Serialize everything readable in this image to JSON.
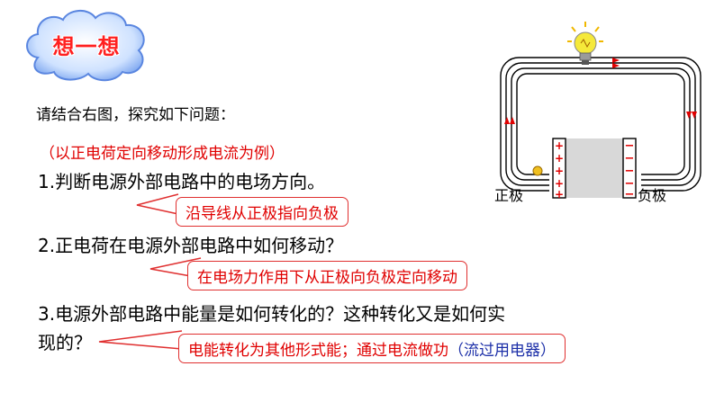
{
  "header": {
    "cloud_title": "想一想"
  },
  "intro": {
    "instruction": "请结合右图，探究如下问题：",
    "note": "（以正电荷定向移动形成电流为例）"
  },
  "questions": [
    {
      "text": "1.判断电源外部电路中的电场方向。",
      "answer": "沿导线从正极指向负极"
    },
    {
      "text": "2.正电荷在电源外部电路中如何移动？",
      "answer": "在电场力作用下从正极向负极定向移动"
    },
    {
      "text_line1": "3.电源外部电路中能量是如何转化的？这种转化又是如何实",
      "text_line2": "现的？",
      "answer_main": "电能转化为其他形式能；通过电流做功",
      "answer_paren": "（流过用电器）"
    }
  ],
  "diagram": {
    "positive_label": "正极",
    "negative_label": "负极",
    "plus_sign": "+",
    "minus_sign": "−",
    "colors": {
      "wire": "#000000",
      "arrow": "#e00000",
      "bulb": "#f5e93a",
      "electrolyte": "#d8d8d8"
    }
  }
}
